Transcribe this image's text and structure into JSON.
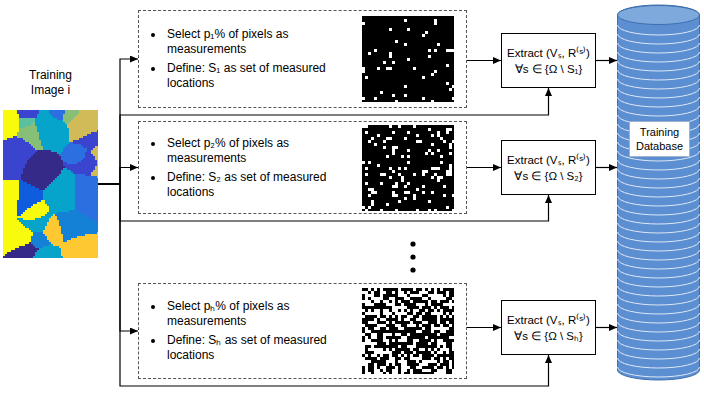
{
  "diagram": {
    "nodes": [
      {
        "text": [
          "Training Image i"
        ]
      },
      {
        "text": [
          "Select p₁% of pixels as measurements",
          "Define: S₁ as set of measured locations"
        ]
      },
      {
        "text": [
          "Select p₂% of pixels as measurements",
          "Define: S₂ as set of measured locations"
        ]
      },
      {
        "text": [
          "Select pₕ% of pixels as measurements",
          "Define: Sₕ as set of measured locations"
        ]
      },
      {
        "text": [
          "Extract (Vₛ, R⁽ˢ⁾)",
          "∀s ∈ {Ω \\ S₁}"
        ]
      },
      {
        "text": [
          "Extract (Vₛ, R⁽ˢ⁾)",
          "∀s ∈ {Ω \\ S₂}"
        ]
      },
      {
        "text": [
          "Extract (Vₛ, R⁽ˢ⁾)",
          "∀s ∈ {Ω \\ Sₕ}"
        ]
      },
      {
        "text": [
          "Training Database"
        ]
      }
    ],
    "edges": [
      {
        "from": 0,
        "to": 1,
        "arrow": "to"
      },
      {
        "from": 0,
        "to": 2,
        "arrow": "to"
      },
      {
        "from": 0,
        "to": 3,
        "arrow": "to"
      },
      {
        "from": 0,
        "to": 4,
        "arrow": "to"
      },
      {
        "from": 0,
        "to": 5,
        "arrow": "to"
      },
      {
        "from": 0,
        "to": 6,
        "arrow": "to"
      },
      {
        "from": 1,
        "to": 4,
        "arrow": "to"
      },
      {
        "from": 2,
        "to": 5,
        "arrow": "to"
      },
      {
        "from": 3,
        "to": 6,
        "arrow": "to"
      },
      {
        "from": 4,
        "to": 7,
        "arrow": "to"
      },
      {
        "from": 5,
        "to": 7,
        "arrow": "to"
      },
      {
        "from": 6,
        "to": 7,
        "arrow": "to"
      }
    ]
  }
}
